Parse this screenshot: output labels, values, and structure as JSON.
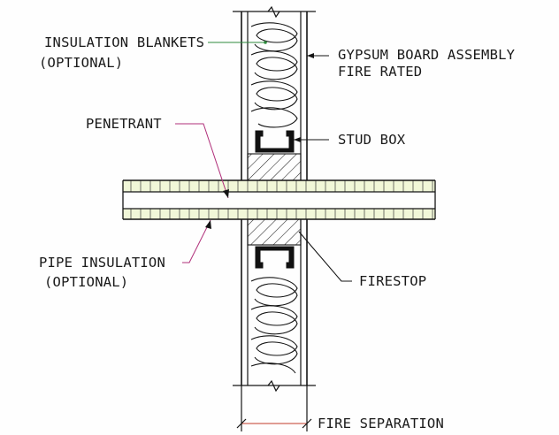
{
  "labels": {
    "insulation_blankets": "INSULATION BLANKETS",
    "insulation_blankets_optional": "(OPTIONAL)",
    "gypsum_board_1": "GYPSUM BOARD ASSEMBLY",
    "gypsum_board_2": "FIRE RATED",
    "penetrant": "PENETRANT",
    "stud_box": "STUD BOX",
    "pipe_insulation": "PIPE INSULATION",
    "pipe_insulation_optional": "(OPTIONAL)",
    "firestop": "FIRESTOP",
    "fire_separation": "FIRE SEPARATION"
  },
  "colors": {
    "ink": "#141414",
    "leader_green": "#2e8b3c",
    "leader_magenta": "#b0307a",
    "leader_red": "#c23a2a",
    "pipe_insulation_fill": "#f1f7d8",
    "firestop_hatch_fill": "#f3f3f3"
  }
}
